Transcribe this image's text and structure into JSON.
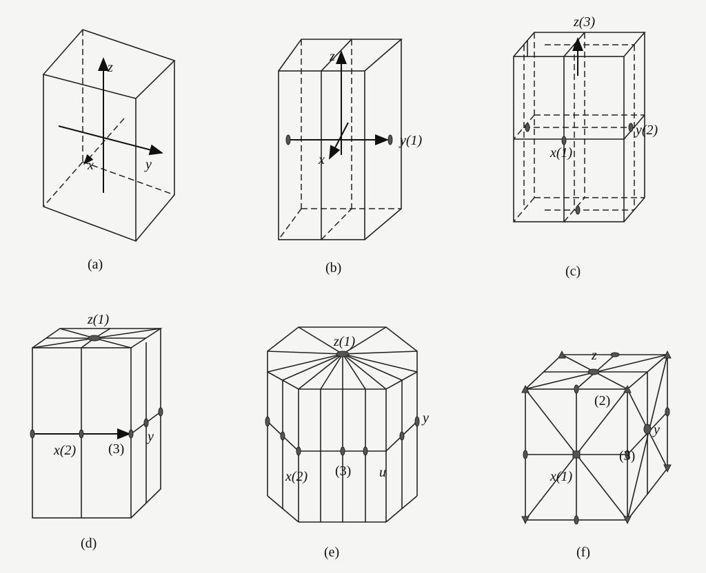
{
  "panels": {
    "a": {
      "caption": "(a)",
      "z": "z",
      "x": "x",
      "y": "y"
    },
    "b": {
      "caption": "(b)",
      "z": "z",
      "y": "y(1)",
      "x": "x"
    },
    "c": {
      "caption": "(c)",
      "z": "z(3)",
      "y": "y(2)",
      "x": "x(1)"
    },
    "d": {
      "caption": "(d)",
      "z": "z(1)",
      "x": "x(2)",
      "three": "(3)",
      "y": "y"
    },
    "e": {
      "caption": "(e)",
      "z": "z(1)",
      "x": "x(2)",
      "three": "(3)",
      "u": "u",
      "y": "y"
    },
    "f": {
      "caption": "(f)",
      "z": "z",
      "two": "(2)",
      "y": "y",
      "three": "(3)",
      "x": "x(1)"
    }
  }
}
